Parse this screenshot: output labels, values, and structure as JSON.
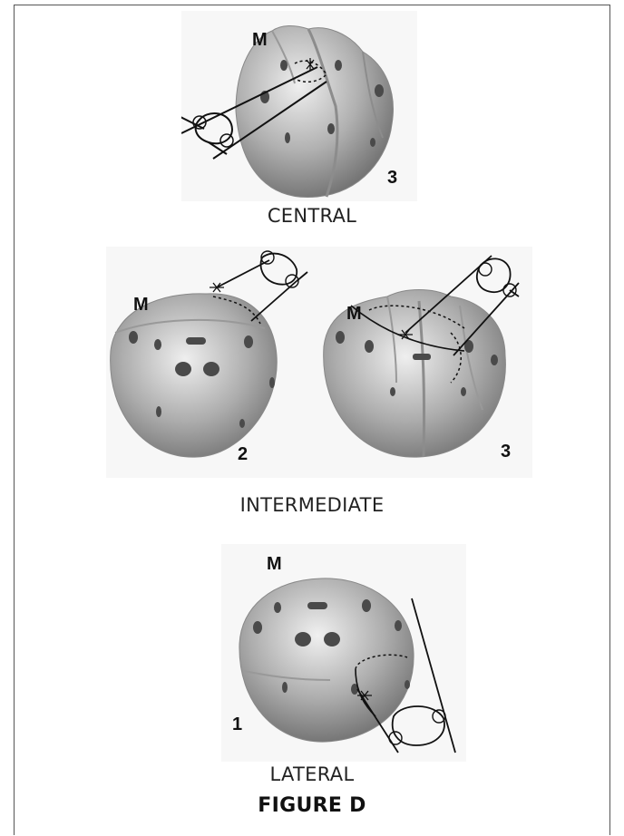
{
  "panels": {
    "central": {
      "caption": "CENTRAL",
      "labels": {
        "medial": "M",
        "number": "3"
      }
    },
    "intermediate": {
      "caption": "INTERMEDIATE",
      "left_labels": {
        "medial": "M",
        "number": "2"
      },
      "right_labels": {
        "medial": "M",
        "number": "3"
      }
    },
    "lateral": {
      "caption": "LATERAL",
      "labels": {
        "medial": "M",
        "number": "1"
      }
    }
  },
  "figure_title": "FIGURE D",
  "colors": {
    "sphere_light": "#e6e6e6",
    "sphere_mid": "#a9a9a9",
    "sphere_dark": "#6f6f6f",
    "line": "#111111",
    "frame": "#555555"
  }
}
